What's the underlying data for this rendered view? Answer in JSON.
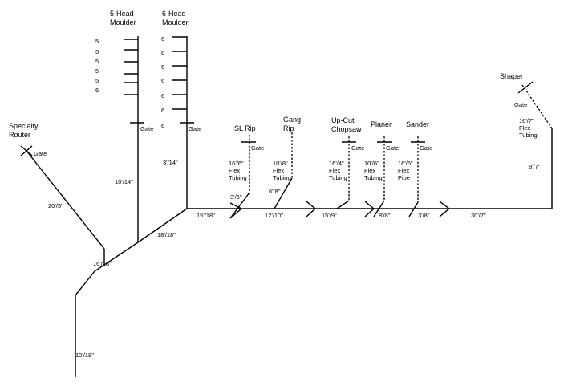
{
  "machines": {
    "specialty_router": [
      "Specialty",
      "Router"
    ],
    "five_head": [
      "5-Head",
      "Moulder"
    ],
    "six_head": [
      "6-Head",
      "Moulder"
    ],
    "sl_rip": [
      "SL Rip"
    ],
    "gang_rip": [
      "Gang",
      "Rip"
    ],
    "up_cut": [
      "Up-Cut",
      "Chopsaw"
    ],
    "planer": [
      "Planer"
    ],
    "sander": [
      "Sander"
    ],
    "shaper": [
      "Shaper"
    ]
  },
  "gate_label": "Gate",
  "five_head_ports": [
    "5",
    "5",
    "5",
    "5",
    "5",
    "6"
  ],
  "six_head_ports": [
    "6",
    "6",
    "6",
    "6",
    "6",
    "6",
    "6"
  ],
  "duct_sizes": {
    "main_bottom": "10'/18\"",
    "main_lower": "16'/18\"",
    "router_branch": "20'/5\"",
    "five_head_drop": "10'/14\"",
    "six_head_drop": "3'/14\"",
    "diagonal": "18'/18\"",
    "seg_1": "15'/18\"",
    "seg_2": "12'/10\"",
    "seg_3": "15'/9\"",
    "seg_4": "8'/8\"",
    "seg_5": "3'/8\"",
    "seg_6": "30'/7\"",
    "sl_rip_branch": "3'/6\"",
    "gang_rip_branch": "6'/8\"",
    "shaper_drop": "8'/7\""
  },
  "flex": {
    "sl_rip": [
      "16'/6\"",
      "Flex",
      "Tubing"
    ],
    "gang_rip": [
      "10'/8\"",
      "Flex",
      "Tubing"
    ],
    "up_cut": [
      "16'/4\"",
      "Flex",
      "Tubing"
    ],
    "planer": [
      "10'/6\"",
      "Flex",
      "Tubing"
    ],
    "sander": [
      "16'/5\"",
      "Flex",
      "Pipe"
    ],
    "shaper": [
      "16'/7\"",
      "Flex",
      "Tubing"
    ]
  }
}
